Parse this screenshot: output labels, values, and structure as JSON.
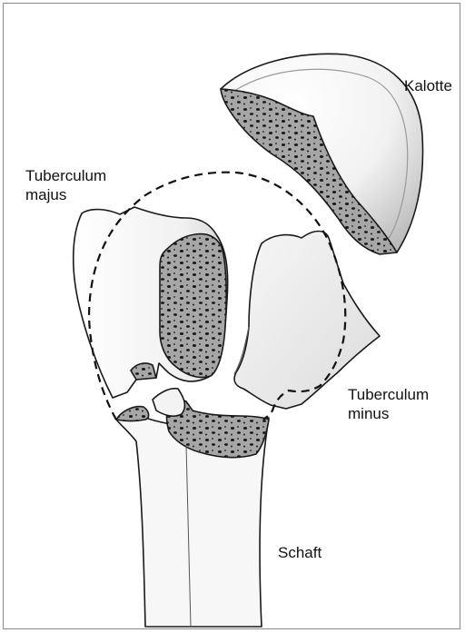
{
  "labels": {
    "kalotte": "Kalotte",
    "tub_majus_1": "Tuberculum",
    "tub_majus_2": "majus",
    "tub_minus_1": "Tuberculum",
    "tub_minus_2": "minus",
    "schaft": "Schaft"
  },
  "colors": {
    "outline": "#1a1a1a",
    "bone_surface": "#eeeeee",
    "cancellous_bone": "#a6a6a6",
    "pore": "#1a1a1a"
  }
}
